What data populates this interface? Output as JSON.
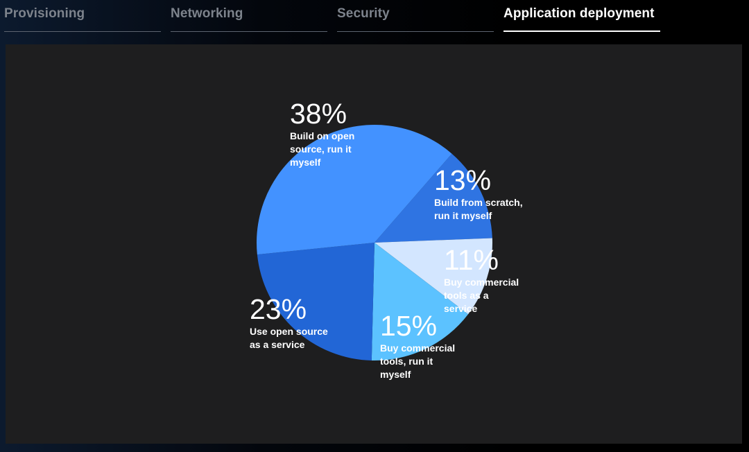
{
  "tabs": [
    {
      "label": "Provisioning",
      "active": false
    },
    {
      "label": "Networking",
      "active": false
    },
    {
      "label": "Security",
      "active": false
    },
    {
      "label": "Application deployment",
      "active": true
    }
  ],
  "chart_data": {
    "type": "pie",
    "title": "",
    "categories": [
      "Build from scratch, run it myself",
      "Buy commercial tools as a service",
      "Buy commercial tools, run it myself",
      "Use open source as a service",
      "Build on open source, run it myself"
    ],
    "values": [
      13,
      11,
      15,
      23,
      38
    ],
    "percent_labels": [
      "13%",
      "11%",
      "15%",
      "23%",
      "38%"
    ],
    "caption_lines": [
      [
        "Build from scratch,",
        "run it myself"
      ],
      [
        "Buy commercial",
        "tools as a",
        "service"
      ],
      [
        "Buy commercial",
        "tools, run it",
        "myself"
      ],
      [
        "Use open source",
        "as a service"
      ],
      [
        "Build on open",
        "source, run it",
        "myself"
      ]
    ],
    "colors": [
      "#2f74e2",
      "#d3e6ff",
      "#5cc2ff",
      "#2266d6",
      "#4392ff"
    ],
    "legend": "none",
    "grid": false
  }
}
